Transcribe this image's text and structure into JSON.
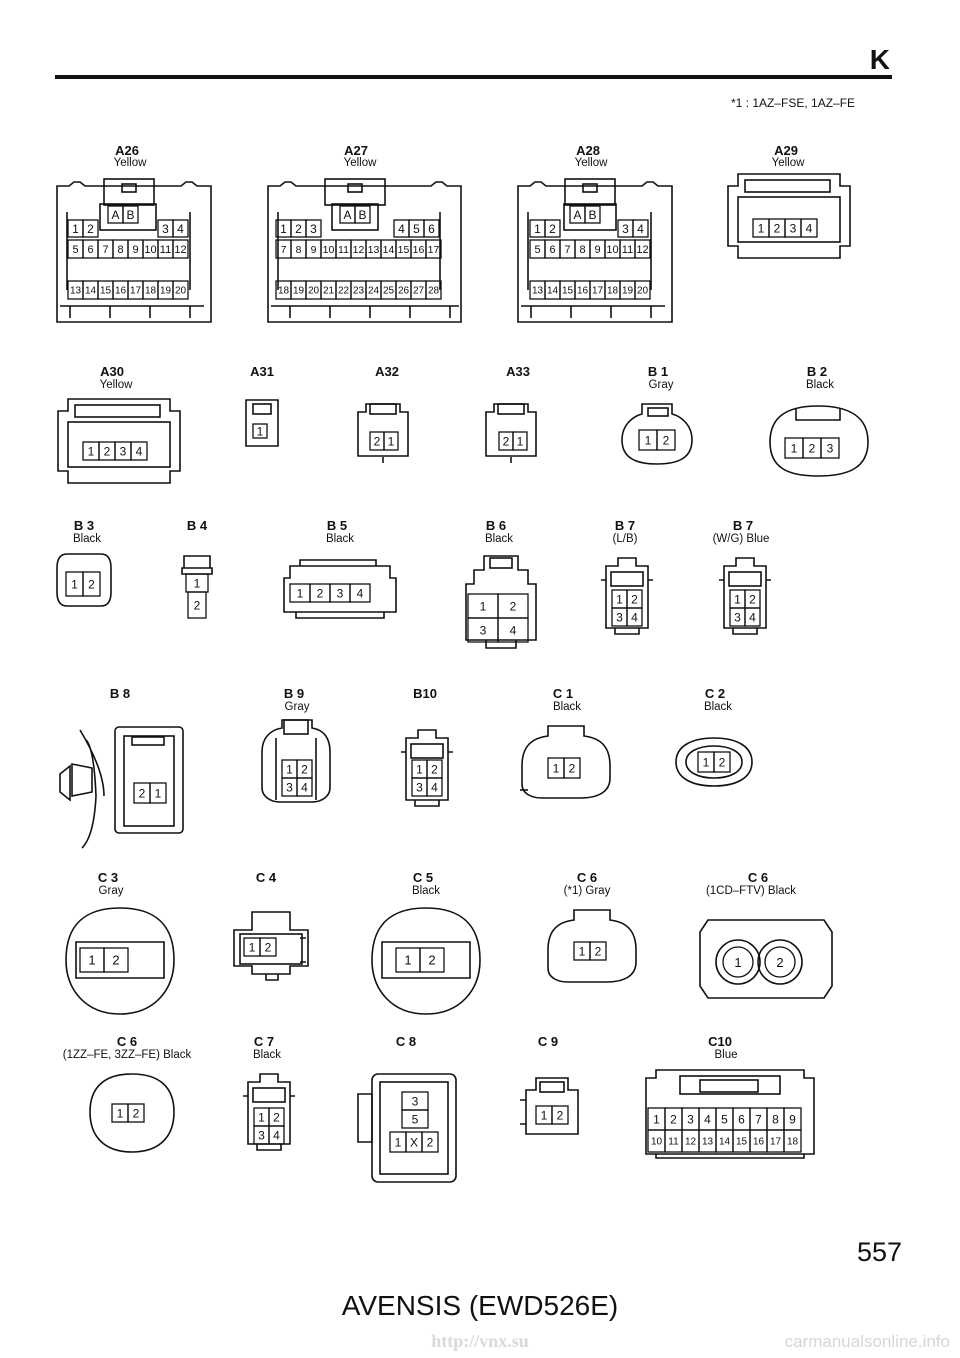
{
  "header": {
    "section": "K",
    "note": "*1 : 1AZ–FSE, 1AZ–FE"
  },
  "footer": {
    "page_number": "557",
    "title": "AVENSIS (EWD526E)",
    "url": "http://vnx.su",
    "watermark": "carmanualsonline.info"
  },
  "connectors": [
    {
      "code": "A26",
      "color": "Yellow"
    },
    {
      "code": "A27",
      "color": "Yellow"
    },
    {
      "code": "A28",
      "color": "Yellow"
    },
    {
      "code": "A29",
      "color": "Yellow"
    },
    {
      "code": "A30",
      "color": "Yellow"
    },
    {
      "code": "A31",
      "color": ""
    },
    {
      "code": "A32",
      "color": ""
    },
    {
      "code": "A33",
      "color": ""
    },
    {
      "code": "B 1",
      "color": "Gray"
    },
    {
      "code": "B 2",
      "color": "Black"
    },
    {
      "code": "B 3",
      "color": "Black"
    },
    {
      "code": "B 4",
      "color": ""
    },
    {
      "code": "B 5",
      "color": "Black"
    },
    {
      "code": "B 6",
      "color": "Black"
    },
    {
      "code": "B 7",
      "color": "(L/B)"
    },
    {
      "code": "B 7",
      "color": "(W/G)  Blue"
    },
    {
      "code": "B 8",
      "color": ""
    },
    {
      "code": "B 9",
      "color": "Gray"
    },
    {
      "code": "B10",
      "color": ""
    },
    {
      "code": "C 1",
      "color": "Black"
    },
    {
      "code": "C 2",
      "color": "Black"
    },
    {
      "code": "C 3",
      "color": "Gray"
    },
    {
      "code": "C 4",
      "color": ""
    },
    {
      "code": "C 5",
      "color": "Black"
    },
    {
      "code": "C 6",
      "color": "(*1)  Gray"
    },
    {
      "code": "C 6",
      "color": "(1CD–FTV)  Black"
    },
    {
      "code": "C 6",
      "color": "(1ZZ–FE, 3ZZ–FE)  Black"
    },
    {
      "code": "C 7",
      "color": "Black"
    },
    {
      "code": "C 8",
      "color": ""
    },
    {
      "code": "C 9",
      "color": ""
    },
    {
      "code": "C10",
      "color": "Blue"
    }
  ]
}
